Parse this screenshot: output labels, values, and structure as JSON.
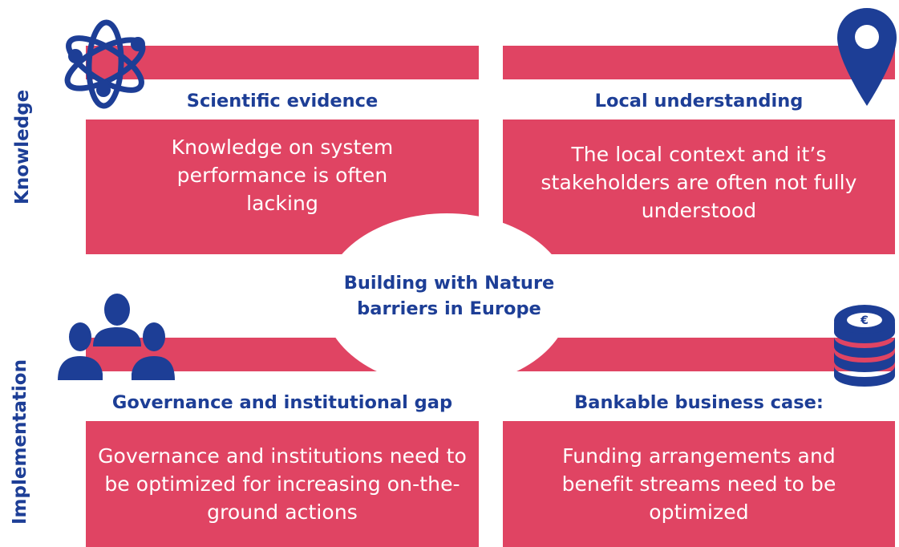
{
  "side_labels": {
    "top": "Knowledge",
    "bottom": "Implementation"
  },
  "center_title": "Building with Nature barriers in Europe",
  "quadrants": [
    {
      "heading": "Scientific evidence",
      "text": "Knowledge on system performance is often lacking",
      "icon": "atom-icon"
    },
    {
      "heading": "Local understanding",
      "text": "The local context and it’s stakeholders are often not fully understood",
      "icon": "location-pin-icon"
    },
    {
      "heading": "Governance and  institutional gap",
      "text": "Governance and institutions need to be optimized for increasing on-the-ground actions",
      "icon": "people-group-icon"
    },
    {
      "heading": "Bankable business case:",
      "text": "Funding arrangements and benefit streams need to be optimized",
      "icon": "euro-coins-icon"
    }
  ],
  "colors": {
    "accent": "#e04463",
    "heading": "#1d3e96",
    "background": "#ffffff"
  }
}
